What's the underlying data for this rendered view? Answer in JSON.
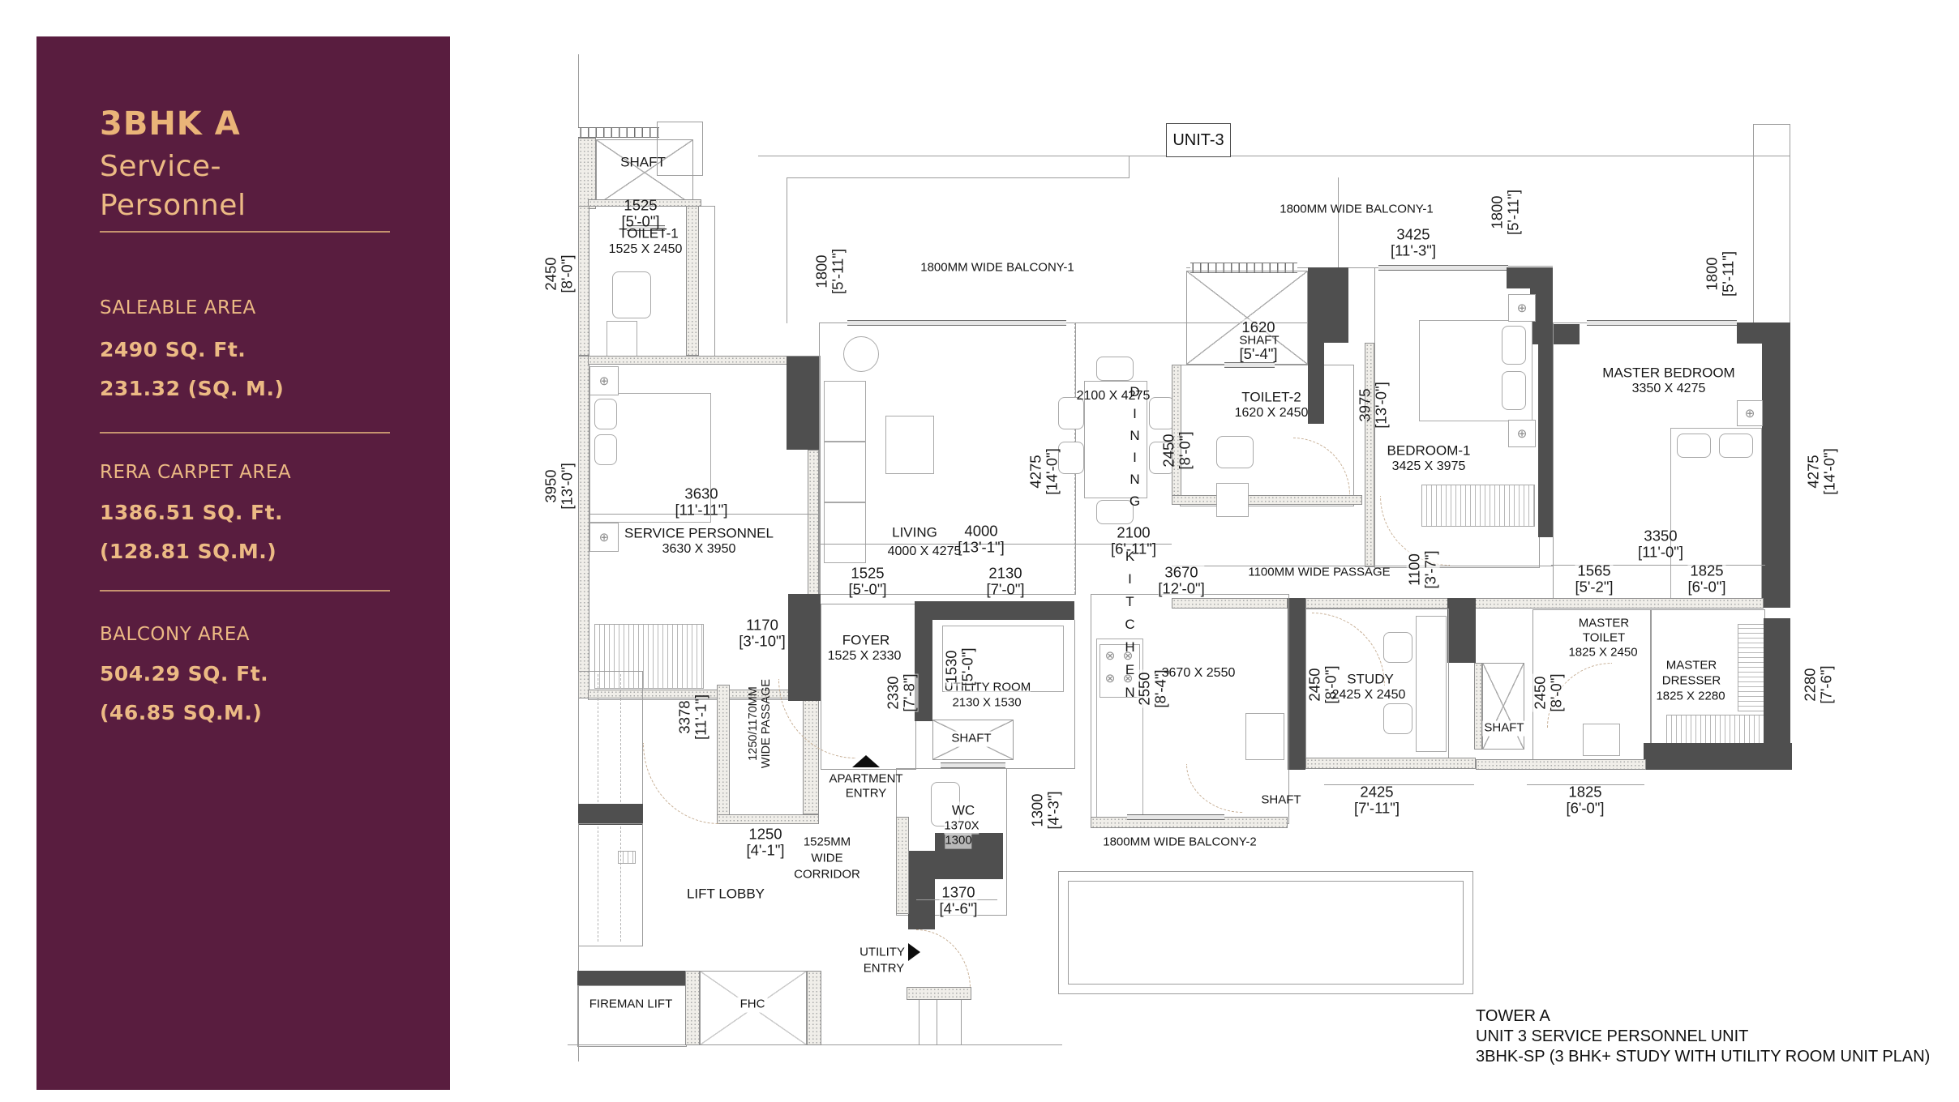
{
  "sidebar": {
    "bg": "#591d3f",
    "accent": "#ecba84",
    "title_bold": "3BHK A",
    "title_rest_1": "Service-",
    "title_rest_2": "Personnel",
    "sections": [
      {
        "label": "SALEABLE AREA",
        "value": "2490 SQ. Ft.",
        "metric": "231.32 (SQ. M.)"
      },
      {
        "label": "RERA CARPET AREA",
        "value": "1386.51 SQ. Ft.",
        "metric": "(128.81 SQ.M.)"
      },
      {
        "label": "BALCONY AREA",
        "value": "504.29 SQ. Ft.",
        "metric": "(46.85 SQ.M.)"
      }
    ]
  },
  "plan": {
    "unit_tag": "UNIT-3",
    "rooms": {
      "shaft": {
        "name": "SHAFT"
      },
      "toilet1": {
        "name": "TOILET-1",
        "size": "1525 X 2450"
      },
      "service": {
        "name": "SERVICE PERSONNEL",
        "size": "3630 X 3950"
      },
      "living": {
        "name": "LIVING",
        "size": "4000 X 4275"
      },
      "dining": {
        "name": "DINING",
        "size": "2100 X 4275"
      },
      "kitchen": {
        "name": "KITCHEN",
        "size": "3670 X 2550"
      },
      "toilet2": {
        "name": "TOILET-2",
        "size": "1620 X 2450"
      },
      "bedroom1": {
        "name": "BEDROOM-1",
        "size": "3425 X 3975"
      },
      "master": {
        "name": "MASTER BEDROOM",
        "size": "3350 X 4275"
      },
      "mtoilet": {
        "name1": "MASTER",
        "name2": "TOILET",
        "size": "1825 X 2450"
      },
      "mdresser": {
        "name1": "MASTER",
        "name2": "DRESSER",
        "size": "1825 X 2280"
      },
      "study": {
        "name": "STUDY",
        "size": "2425 X 2450"
      },
      "foyer": {
        "name": "FOYER",
        "size": "1525 X 2330"
      },
      "utility": {
        "name": "UTILITY ROOM",
        "size": "2130 X 1530"
      },
      "wc": {
        "name": "WC",
        "size1": "1370X",
        "size2": "1300"
      },
      "lift_lobby": {
        "name": "LIFT LOBBY"
      },
      "fireman": {
        "name": "FIREMAN LIFT"
      },
      "fhc": {
        "name": "FHC"
      }
    },
    "labels": {
      "balcony1": "1800MM WIDE BALCONY-1",
      "balcony2": "1800MM WIDE  BALCONY-2",
      "passage1100": "1100MM WIDE PASSAGE",
      "corridor_l1": "1525MM",
      "corridor_l2": "WIDE",
      "corridor_l3": "CORRIDOR",
      "passage_left_l1": "1250/1170MM",
      "passage_left_l2": "WIDE PASSAGE",
      "apartment_entry_l1": "APARTMENT",
      "apartment_entry_l2": "ENTRY",
      "utility_entry_l1": "UTILITY",
      "utility_entry_l2": "ENTRY"
    },
    "dims": {
      "d2450_80": {
        "v": "2450",
        "f": "[8'-0\"]"
      },
      "d3950_130": {
        "v": "3950",
        "f": "[13'-0\"]"
      },
      "d1525_50": {
        "v": "1525",
        "f": "[5'-0\"]"
      },
      "d1800_511": {
        "v": "1800",
        "f": "[5'-11\"]"
      },
      "d3630_1111": {
        "v": "3630",
        "f": "[11'-11\"]"
      },
      "d4000_131": {
        "v": "4000",
        "f": "[13'-1\"]"
      },
      "d1170_310": {
        "v": "1170",
        "f": "[3'-10\"]"
      },
      "d2130_70": {
        "v": "2130",
        "f": "[7'-0\"]"
      },
      "d2330_78": {
        "v": "2330",
        "f": "[7'-8\"]"
      },
      "d1530_50": {
        "v": "1530",
        "f": "[5'-0\"]"
      },
      "d4275_140": {
        "v": "4275",
        "f": "[14'-0\"]"
      },
      "d2100_611": {
        "v": "2100",
        "f": "[6'-11\"]"
      },
      "d1620_54": {
        "v": "1620",
        "f": "[5'-4\"]"
      },
      "d3425_113": {
        "v": "3425",
        "f": "[11'-3\"]"
      },
      "d3975_130": {
        "v": "3975",
        "f": "[13'-0\"]"
      },
      "d3350_110": {
        "v": "3350",
        "f": "[11'-0\"]"
      },
      "d1565_52": {
        "v": "1565",
        "f": "[5'-2\"]"
      },
      "d1825_60": {
        "v": "1825",
        "f": "[6'-0\"]"
      },
      "d1100_37": {
        "v": "1100",
        "f": "[3'-7\"]"
      },
      "d3670_120": {
        "v": "3670",
        "f": "[12'-0\"]"
      },
      "d2550_84": {
        "v": "2550",
        "f": "[8'-4\"]"
      },
      "d2280_76": {
        "v": "2280",
        "f": "[7'-6\"]"
      },
      "d3378_111": {
        "v": "3378",
        "f": "[11'-1\"]"
      },
      "d1250_41": {
        "v": "1250",
        "f": "[4'-1\"]"
      },
      "d1300_43": {
        "v": "1300",
        "f": "[4'-3\"]"
      },
      "d1370_46": {
        "v": "1370",
        "f": "[4'-6\"]"
      },
      "d2425_711": {
        "v": "2425",
        "f": "[7'-11\"]"
      }
    },
    "footer": {
      "line1": "TOWER A",
      "line2": "UNIT 3 SERVICE PERSONNEL UNIT",
      "line3": "3BHK-SP (3 BHK+ STUDY WITH UTILITY ROOM UNIT PLAN)"
    }
  }
}
